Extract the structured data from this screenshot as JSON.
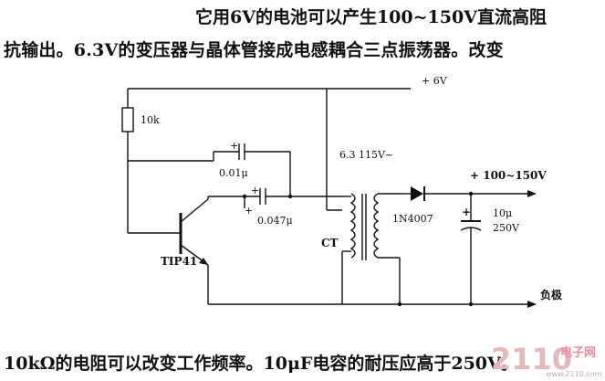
{
  "text": {
    "line1": "它用6V的电池可以产生100~150V直流高阻",
    "line2": "抗输出。6.3V的变压器与晶体管接成电感耦合三点振荡器。改变",
    "line3": "10kΩ的电阻可以改变工作频率。10μF电容的耐压应高于250V。"
  },
  "circuit": {
    "supply": "+ 6V",
    "resistor": "10k",
    "cap1": "0.01μ",
    "cap2": "0.047μ",
    "transistor": "TIP41",
    "transformer": "6.3 115V~",
    "transformer_tag": "CT",
    "diode": "1N4007",
    "output": "+ 100~150V",
    "cap3_value": "10μ",
    "cap3_voltage": "250V",
    "ground": "负极"
  },
  "watermark": {
    "number": "2110",
    "name": "电子网",
    "url": "www.2110.com"
  }
}
